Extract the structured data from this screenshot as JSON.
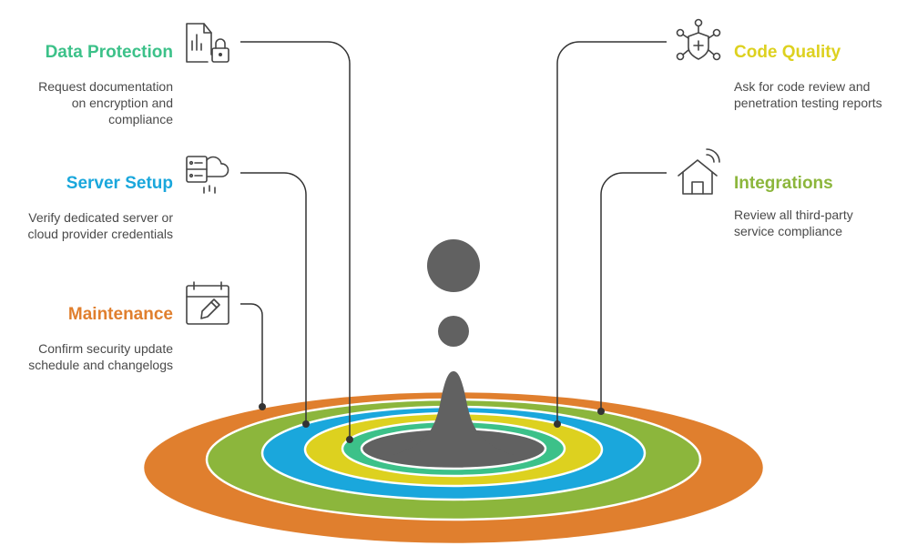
{
  "colors": {
    "orange": "#E07F2E",
    "olive": "#8CB63C",
    "blue": "#1AA7DC",
    "yellow": "#DDD11F",
    "green": "#3CC189",
    "center": "#616161",
    "line": "#333333",
    "icon": "#444444"
  },
  "items": [
    {
      "id": "data-protection",
      "title": "Data Protection",
      "description": "Request documentation on encryption and compliance",
      "color": "#3CC189",
      "icon": "document-lock-icon"
    },
    {
      "id": "server-setup",
      "title": "Server Setup",
      "description": "Verify dedicated server or cloud provider credentials",
      "color": "#1AA7DC",
      "icon": "server-cloud-icon"
    },
    {
      "id": "maintenance",
      "title": "Maintenance",
      "description": "Confirm security update schedule and changelogs",
      "color": "#E07F2E",
      "icon": "calendar-edit-icon"
    },
    {
      "id": "code-quality",
      "title": "Code Quality",
      "description": "Ask for code review and penetration testing reports",
      "color": "#DDD11F",
      "icon": "network-shield-icon"
    },
    {
      "id": "integrations",
      "title": "Integrations",
      "description": "Review all third-party service compliance",
      "color": "#8CB63C",
      "icon": "smart-home-icon"
    }
  ]
}
